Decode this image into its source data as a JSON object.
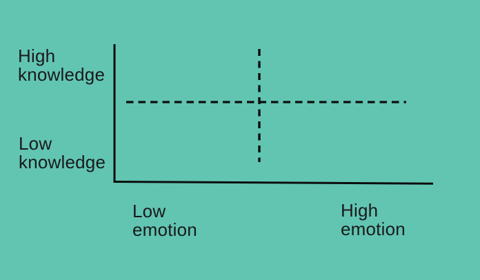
{
  "colors": {
    "background": "#61c5b2",
    "line": "#0d0d0d",
    "text": "#1a1a1a"
  },
  "diagram": {
    "type": "quadrant-axes",
    "y_axis_top_label": "High\nknowledge",
    "y_axis_bottom_label": "Low\nknowledge",
    "x_axis_left_label": "Low\nemotion",
    "x_axis_right_label": "High\nemotion"
  }
}
